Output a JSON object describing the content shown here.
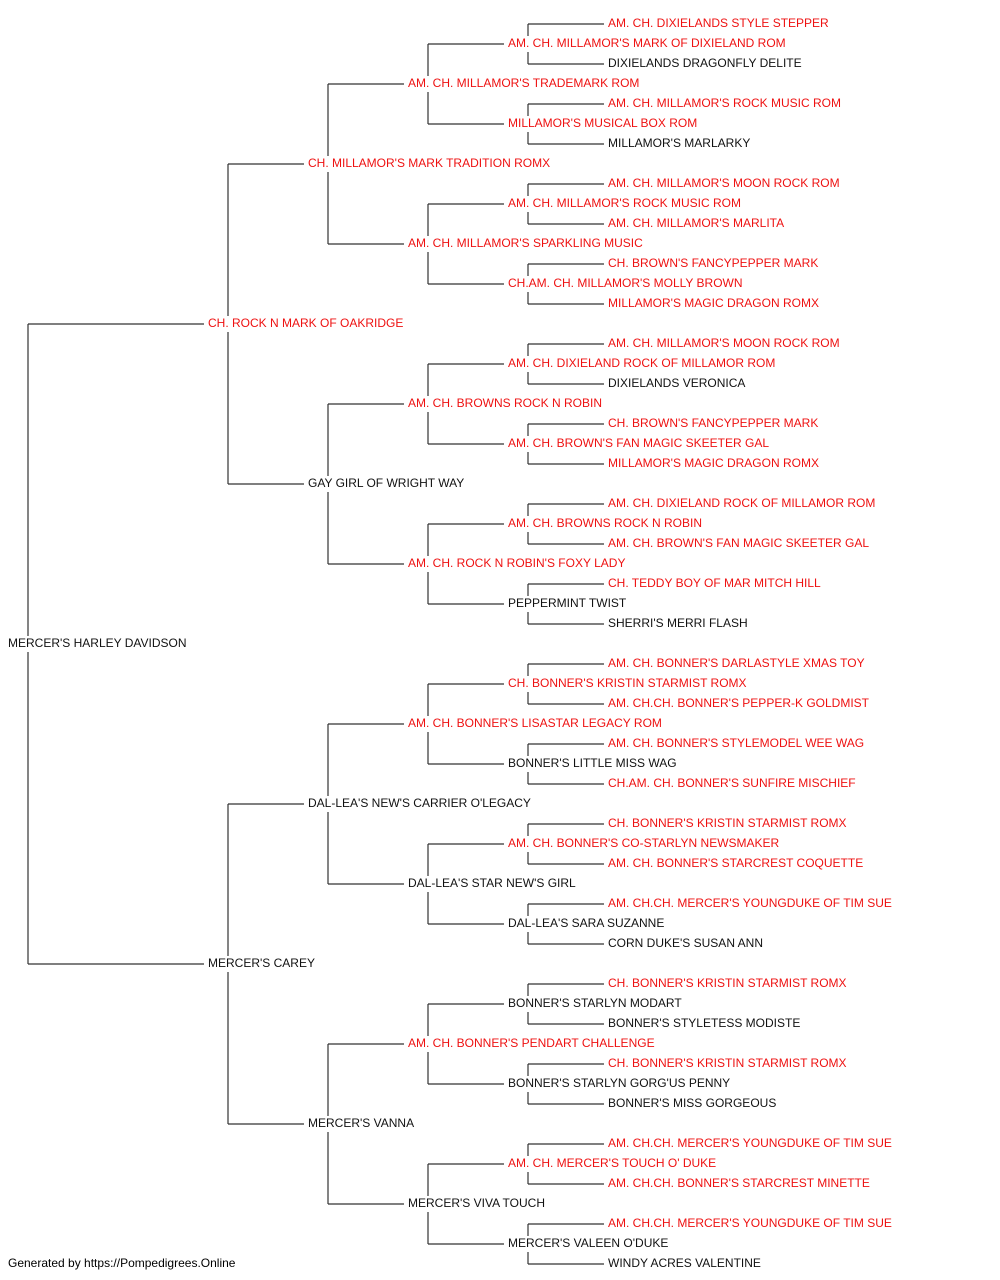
{
  "colors": {
    "champion": "#ee1111",
    "regular": "#111111",
    "line": "#333333"
  },
  "footer": "Generated by https://Pompedigrees.Online",
  "pedigree": {
    "name": "MERCER'S HARLEY DAVIDSON",
    "champion": false,
    "sire": {
      "name": "CH. ROCK N MARK OF OAKRIDGE",
      "champion": true,
      "sire": {
        "name": "CH. MILLAMOR'S MARK TRADITION ROMX",
        "champion": true,
        "sire": {
          "name": "AM. CH. MILLAMOR'S TRADEMARK ROM",
          "champion": true,
          "sire": {
            "name": "AM. CH. MILLAMOR'S MARK OF DIXIELAND ROM",
            "champion": true,
            "sire": {
              "name": "AM. CH. DIXIELANDS STYLE STEPPER",
              "champion": true
            },
            "dam": {
              "name": "DIXIELANDS DRAGONFLY DELITE",
              "champion": false
            }
          },
          "dam": {
            "name": "MILLAMOR'S MUSICAL BOX ROM",
            "champion": true,
            "sire": {
              "name": "AM. CH. MILLAMOR'S ROCK MUSIC ROM",
              "champion": true
            },
            "dam": {
              "name": "MILLAMOR'S MARLARKY",
              "champion": false
            }
          }
        },
        "dam": {
          "name": "AM. CH. MILLAMOR'S SPARKLING MUSIC",
          "champion": true,
          "sire": {
            "name": "AM. CH. MILLAMOR'S ROCK MUSIC ROM",
            "champion": true,
            "sire": {
              "name": "AM. CH. MILLAMOR'S MOON ROCK ROM",
              "champion": true
            },
            "dam": {
              "name": "AM. CH. MILLAMOR'S MARLITA",
              "champion": true
            }
          },
          "dam": {
            "name": "CH.AM. CH. MILLAMOR'S MOLLY BROWN",
            "champion": true,
            "sire": {
              "name": "CH. BROWN'S FANCYPEPPER MARK",
              "champion": true
            },
            "dam": {
              "name": "MILLAMOR'S MAGIC DRAGON ROMX",
              "champion": true
            }
          }
        }
      },
      "dam": {
        "name": "GAY GIRL OF WRIGHT WAY",
        "champion": false,
        "sire": {
          "name": "AM. CH. BROWNS ROCK N ROBIN",
          "champion": true,
          "sire": {
            "name": "AM. CH. DIXIELAND ROCK OF MILLAMOR ROM",
            "champion": true,
            "sire": {
              "name": "AM. CH. MILLAMOR'S MOON ROCK ROM",
              "champion": true
            },
            "dam": {
              "name": "DIXIELANDS VERONICA",
              "champion": false
            }
          },
          "dam": {
            "name": "AM. CH. BROWN'S FAN MAGIC SKEETER GAL",
            "champion": true,
            "sire": {
              "name": "CH. BROWN'S FANCYPEPPER MARK",
              "champion": true
            },
            "dam": {
              "name": "MILLAMOR'S MAGIC DRAGON ROMX",
              "champion": true
            }
          }
        },
        "dam": {
          "name": "AM. CH. ROCK N ROBIN'S FOXY LADY",
          "champion": true,
          "sire": {
            "name": "AM. CH. BROWNS ROCK N ROBIN",
            "champion": true,
            "sire": {
              "name": "AM. CH. DIXIELAND ROCK OF MILLAMOR ROM",
              "champion": true
            },
            "dam": {
              "name": "AM. CH. BROWN'S FAN MAGIC SKEETER GAL",
              "champion": true
            }
          },
          "dam": {
            "name": "PEPPERMINT TWIST",
            "champion": false,
            "sire": {
              "name": "CH. TEDDY BOY OF MAR MITCH HILL",
              "champion": true
            },
            "dam": {
              "name": "SHERRI'S MERRI FLASH",
              "champion": false
            }
          }
        }
      }
    },
    "dam": {
      "name": "MERCER'S CAREY",
      "champion": false,
      "sire": {
        "name": "DAL-LEA'S NEW'S CARRIER O'LEGACY",
        "champion": false,
        "sire": {
          "name": "AM. CH. BONNER'S LISASTAR LEGACY ROM",
          "champion": true,
          "sire": {
            "name": "CH. BONNER'S KRISTIN STARMIST ROMX",
            "champion": true,
            "sire": {
              "name": "AM. CH. BONNER'S DARLASTYLE XMAS TOY",
              "champion": true
            },
            "dam": {
              "name": "AM. CH.CH. BONNER'S PEPPER-K GOLDMIST",
              "champion": true
            }
          },
          "dam": {
            "name": "BONNER'S LITTLE MISS WAG",
            "champion": false,
            "sire": {
              "name": "AM. CH. BONNER'S STYLEMODEL WEE WAG",
              "champion": true
            },
            "dam": {
              "name": "CH.AM. CH. BONNER'S SUNFIRE MISCHIEF",
              "champion": true
            }
          }
        },
        "dam": {
          "name": "DAL-LEA'S STAR NEW'S GIRL",
          "champion": false,
          "sire": {
            "name": "AM. CH. BONNER'S CO-STARLYN NEWSMAKER",
            "champion": true,
            "sire": {
              "name": "CH. BONNER'S KRISTIN STARMIST ROMX",
              "champion": true
            },
            "dam": {
              "name": "AM. CH. BONNER'S STARCREST COQUETTE",
              "champion": true
            }
          },
          "dam": {
            "name": "DAL-LEA'S SARA SUZANNE",
            "champion": false,
            "sire": {
              "name": "AM. CH.CH. MERCER'S YOUNGDUKE OF TIM SUE",
              "champion": true
            },
            "dam": {
              "name": "CORN DUKE'S SUSAN ANN",
              "champion": false
            }
          }
        }
      },
      "dam": {
        "name": "MERCER'S VANNA",
        "champion": false,
        "sire": {
          "name": "AM. CH. BONNER'S PENDART CHALLENGE",
          "champion": true,
          "sire": {
            "name": "BONNER'S STARLYN MODART",
            "champion": false,
            "sire": {
              "name": "CH. BONNER'S KRISTIN STARMIST ROMX",
              "champion": true
            },
            "dam": {
              "name": "BONNER'S STYLETESS MODISTE",
              "champion": false
            }
          },
          "dam": {
            "name": "BONNER'S STARLYN GORG'US PENNY",
            "champion": false,
            "sire": {
              "name": "CH. BONNER'S KRISTIN STARMIST ROMX",
              "champion": true
            },
            "dam": {
              "name": "BONNER'S MISS GORGEOUS",
              "champion": false
            }
          }
        },
        "dam": {
          "name": "MERCER'S VIVA TOUCH",
          "champion": false,
          "sire": {
            "name": "AM. CH. MERCER'S TOUCH O' DUKE",
            "champion": true,
            "sire": {
              "name": "AM. CH.CH. MERCER'S YOUNGDUKE OF TIM SUE",
              "champion": true
            },
            "dam": {
              "name": "AM. CH.CH. BONNER'S STARCREST MINETTE",
              "champion": true
            }
          },
          "dam": {
            "name": "MERCER'S VALEEN O'DUKE",
            "champion": false,
            "sire": {
              "name": "AM. CH.CH. MERCER'S YOUNGDUKE OF TIM SUE",
              "champion": true
            },
            "dam": {
              "name": "WINDY ACRES VALENTINE",
              "champion": false
            }
          }
        }
      }
    }
  }
}
